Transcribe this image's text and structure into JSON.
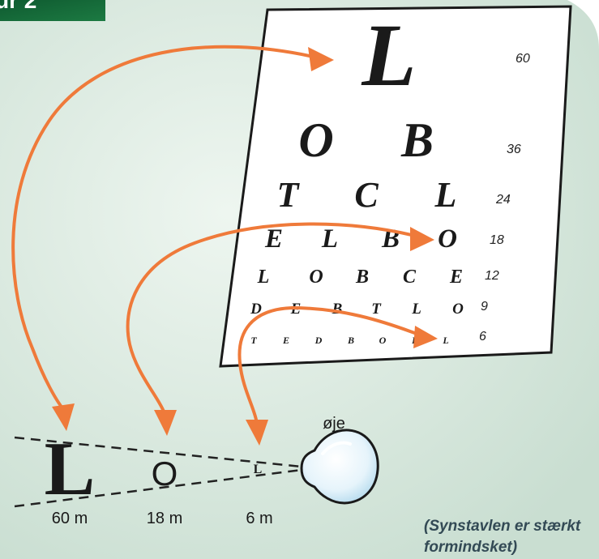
{
  "corner_label": "ur 2",
  "eye_chart": {
    "rows": [
      {
        "letters": [
          "L"
        ],
        "number": "60"
      },
      {
        "letters": [
          "O",
          "B"
        ],
        "number": "36"
      },
      {
        "letters": [
          "T",
          "C",
          "L"
        ],
        "number": "24"
      },
      {
        "letters": [
          "E",
          "L",
          "B",
          "O"
        ],
        "number": "18"
      },
      {
        "letters": [
          "L",
          "O",
          "B",
          "C",
          "E"
        ],
        "number": "12"
      },
      {
        "letters": [
          "D",
          "E",
          "B",
          "T",
          "L",
          "O"
        ],
        "number": "9"
      },
      {
        "letters": [
          "T",
          "E",
          "D",
          "B",
          "O",
          "F",
          "L"
        ],
        "number": "6"
      }
    ]
  },
  "eye_label": "øje",
  "viewer_letters": [
    "L",
    "O",
    "L"
  ],
  "distances": [
    "60 m",
    "18 m",
    "6 m"
  ],
  "caption": [
    "(Synstavlen er stærkt",
    "formindsket)"
  ],
  "colors": {
    "arrow": "#ef7a3a",
    "background_inner": "#e6f2ea",
    "background_outer": "#cfe3d6"
  }
}
